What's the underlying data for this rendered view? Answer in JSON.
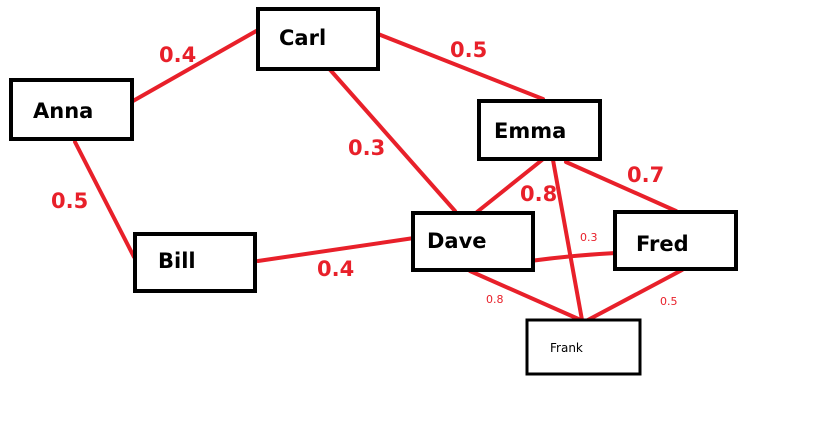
{
  "colors": {
    "edge": "#e8202a",
    "node_border": "#000000",
    "node_text": "#000000",
    "background": "#ffffff"
  },
  "nodes": [
    {
      "id": "anna",
      "label": "Anna"
    },
    {
      "id": "carl",
      "label": "Carl"
    },
    {
      "id": "bill",
      "label": "Bill"
    },
    {
      "id": "emma",
      "label": "Emma"
    },
    {
      "id": "dave",
      "label": "Dave"
    },
    {
      "id": "fred",
      "label": "Fred"
    },
    {
      "id": "frank",
      "label": "Frank"
    }
  ],
  "edges": [
    {
      "id": "anna-carl",
      "from": "anna",
      "to": "carl",
      "weight": "0.4"
    },
    {
      "id": "carl-emma",
      "from": "carl",
      "to": "emma",
      "weight": "0.5"
    },
    {
      "id": "carl-dave",
      "from": "carl",
      "to": "dave",
      "weight": "0.3"
    },
    {
      "id": "anna-bill",
      "from": "anna",
      "to": "bill",
      "weight": "0.5"
    },
    {
      "id": "bill-dave",
      "from": "bill",
      "to": "dave",
      "weight": "0.4"
    },
    {
      "id": "emma-fred",
      "from": "emma",
      "to": "fred",
      "weight": "0.7"
    },
    {
      "id": "emma-dave",
      "from": "emma",
      "to": "dave",
      "weight": "0.8"
    },
    {
      "id": "emma-frank",
      "from": "emma",
      "to": "frank",
      "weight": ""
    },
    {
      "id": "dave-fred",
      "from": "dave",
      "to": "fred",
      "weight": "0.3"
    },
    {
      "id": "dave-frank",
      "from": "dave",
      "to": "frank",
      "weight": "0.8"
    },
    {
      "id": "fred-frank",
      "from": "fred",
      "to": "frank",
      "weight": "0.5"
    }
  ]
}
